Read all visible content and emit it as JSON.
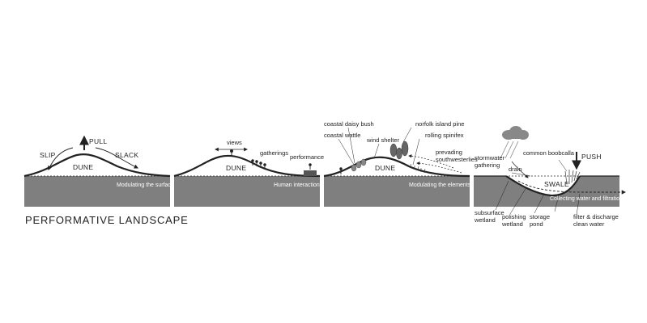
{
  "title": "PERFORMATIVE LANDSCAPE",
  "panel1": {
    "pull": "PULL",
    "slip": "SLIP",
    "slack": "SLACK",
    "dune": "DUNE",
    "caption": "Modulating the surface"
  },
  "panel2": {
    "views": "views",
    "gatherings": "gatherings",
    "performance": "performance",
    "dune": "DUNE",
    "caption": "Human interactions"
  },
  "panel3": {
    "coastal_daisy_bush": "coastal daisy bush",
    "coastal_wattle": "coastal wattle",
    "wind_shelter": "wind shelter",
    "norfolk_island_pine": "norfolk island pine",
    "rolling_spinifex": "rolling spinifex",
    "prevading": "prevading",
    "southwesterlies": "southwesterlies",
    "dune": "DUNE",
    "caption": "Modulating the elements"
  },
  "panel4": {
    "stormwater": "stormwater",
    "gathering": "gathering",
    "common_boobcalla": "common boobcalla",
    "push": "PUSH",
    "drain": "drain",
    "swale": "SWALE",
    "caption": "Collecting water and filtration",
    "subsurface": "subsurface",
    "wetland": "wetland",
    "polishing": "polishing",
    "wetland2": "wetland",
    "storage": "storage",
    "pond": "pond",
    "filter_discharge": "filter & discharge",
    "clean_water": "clean water"
  }
}
